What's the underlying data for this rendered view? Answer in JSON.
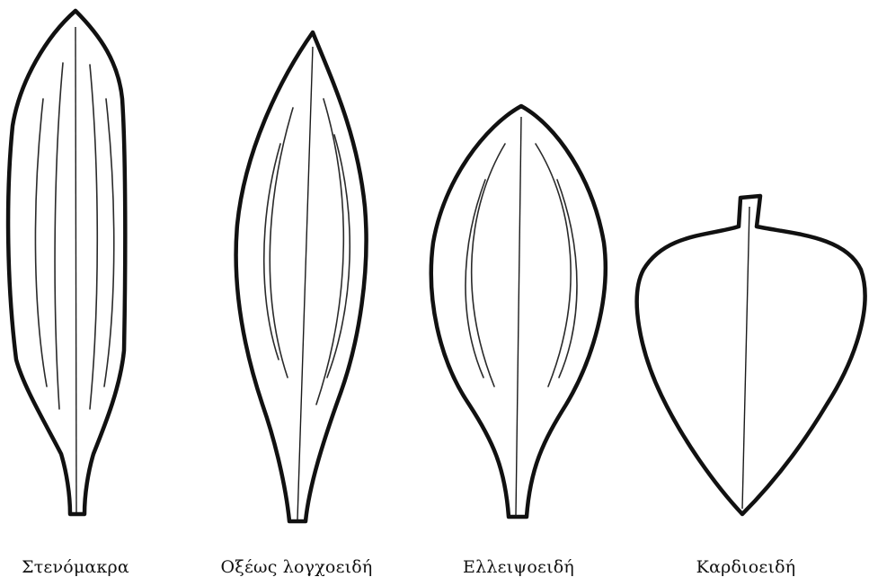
{
  "figure": {
    "leaves": [
      {
        "id": "narrow-long",
        "caption": "Στενόμακρα"
      },
      {
        "id": "acute-lanceolate",
        "caption": "Οξέως λογχοειδή"
      },
      {
        "id": "elliptic",
        "caption": "Ελλειψοειδή"
      },
      {
        "id": "cordate",
        "caption": "Καρδιοειδή"
      }
    ],
    "colors": {
      "outline": "#111111",
      "background": "#ffffff"
    }
  }
}
